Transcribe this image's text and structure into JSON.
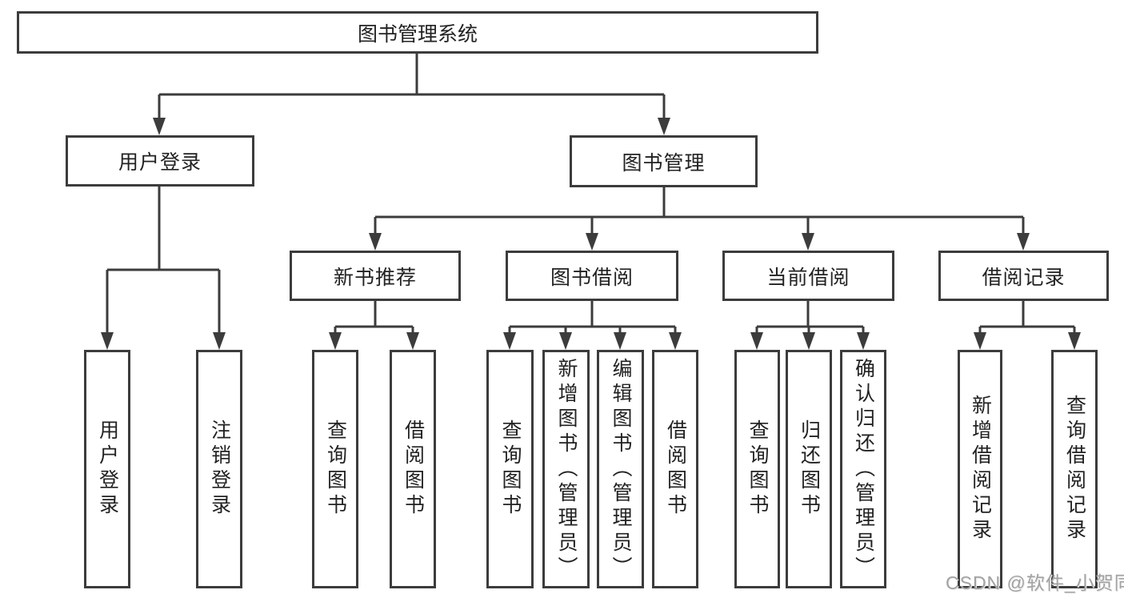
{
  "tree": {
    "root": {
      "label": "图书管理系统"
    },
    "user_login": {
      "label": "用户登录",
      "children": [
        {
          "label": "用户登录"
        },
        {
          "label": "注销登录"
        }
      ]
    },
    "book_mgmt": {
      "label": "图书管理",
      "sections": [
        {
          "label": "新书推荐",
          "children": [
            {
              "label": "查询图书"
            },
            {
              "label": "借阅图书"
            }
          ]
        },
        {
          "label": "图书借阅",
          "children": [
            {
              "label": "查询图书"
            },
            {
              "label": "新增图书（管理员）"
            },
            {
              "label": "编辑图书（管理员）"
            },
            {
              "label": "借阅图书"
            }
          ]
        },
        {
          "label": "当前借阅",
          "children": [
            {
              "label": "查询图书"
            },
            {
              "label": "归还图书"
            },
            {
              "label": "确认归还（管理员）"
            }
          ]
        },
        {
          "label": "借阅记录",
          "children": [
            {
              "label": "新增借阅记录"
            },
            {
              "label": "查询借阅记录"
            }
          ]
        }
      ]
    }
  },
  "watermark": {
    "text": "CSDN @软件_小贺同学"
  },
  "colors": {
    "line": "#3c3c3c",
    "box_border": "#3c3c3c",
    "text": "#222222",
    "background": "#ffffff",
    "watermark": "#a2a2a2"
  }
}
